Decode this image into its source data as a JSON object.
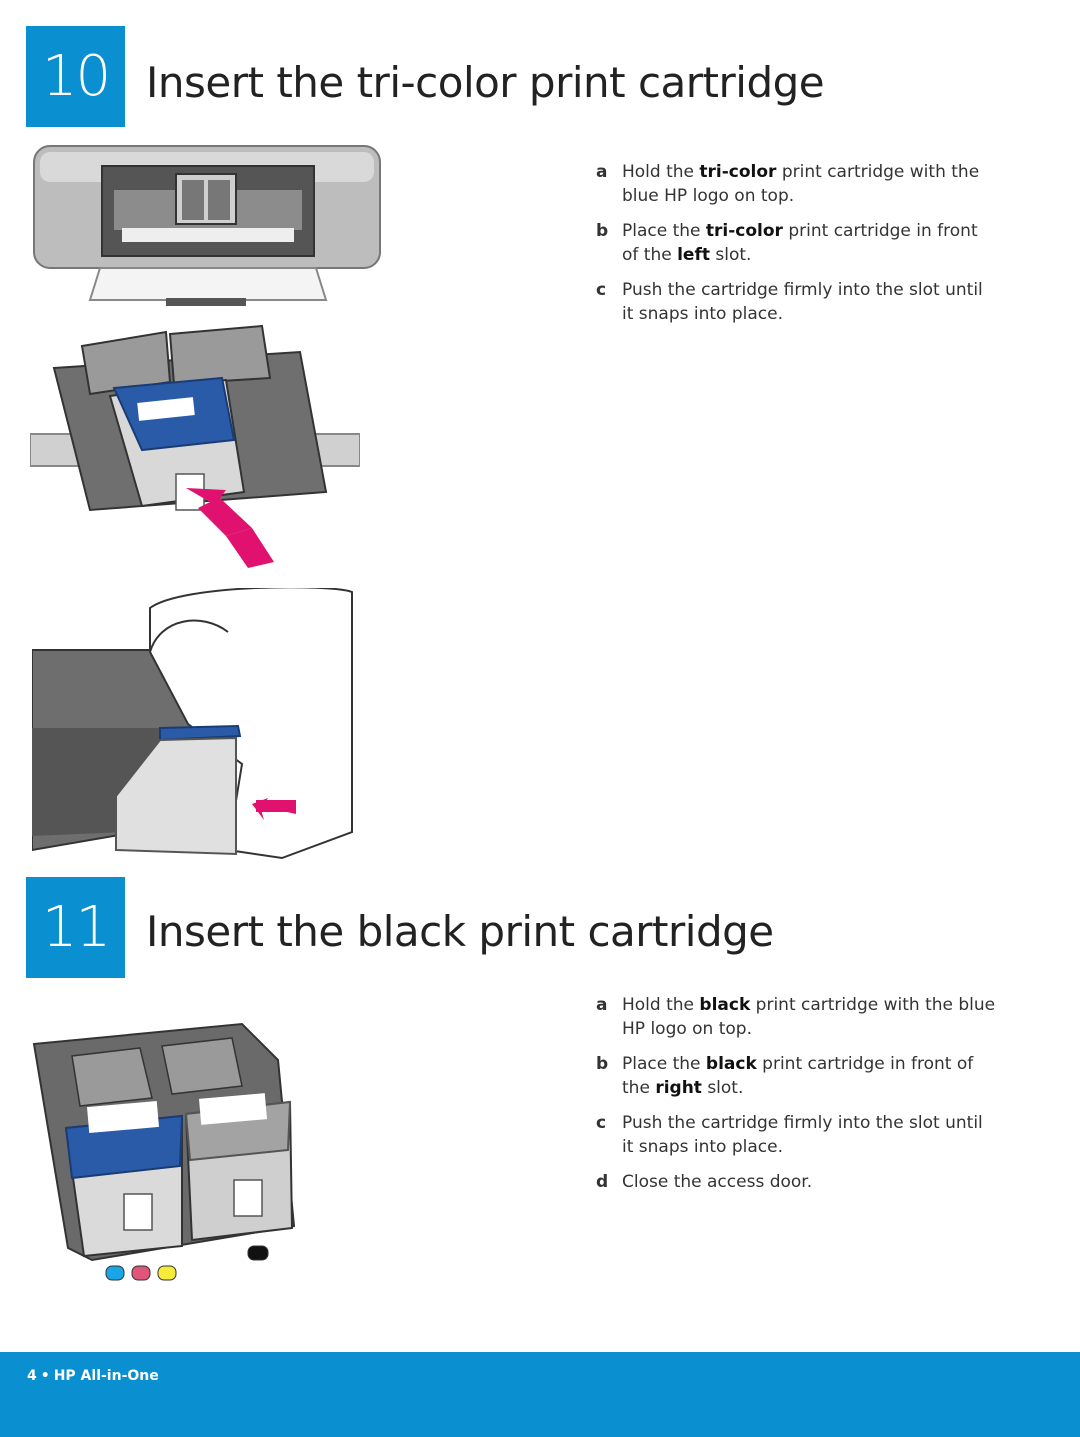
{
  "step10": {
    "number": "10",
    "title": "Insert the tri-color print cartridge",
    "instructions": [
      {
        "letter": "a",
        "pre": "Hold the ",
        "bold": "tri-color",
        "post": " print cartridge  with the blue HP logo on top."
      },
      {
        "letter": "b",
        "pre": "Place the ",
        "bold": "tri-color",
        "mid": " print cartridge in front of the ",
        "bold2": "left",
        "post": " slot."
      },
      {
        "letter": "c",
        "pre": "Push the cartridge firmly into the slot until it snaps into place."
      }
    ]
  },
  "step11": {
    "number": "11",
    "title": "Insert the black print cartridge",
    "instructions": [
      {
        "letter": "a",
        "pre": "Hold the ",
        "bold": "black",
        "post": " print cartridge with the blue HP logo on top."
      },
      {
        "letter": "b",
        "pre": "Place the ",
        "bold": "black",
        "mid": " print cartridge in front of the ",
        "bold2": "right",
        "post": " slot."
      },
      {
        "letter": "c",
        "pre": "Push the cartridge firmly into the slot until it snaps into place."
      },
      {
        "letter": "d",
        "pre": "Close the access door."
      }
    ]
  },
  "footer": {
    "page": "4",
    "bullet": "•",
    "product": "HP All-in-One"
  },
  "colors": {
    "accent": "#0a8fd0",
    "arrow": "#e0116f"
  }
}
